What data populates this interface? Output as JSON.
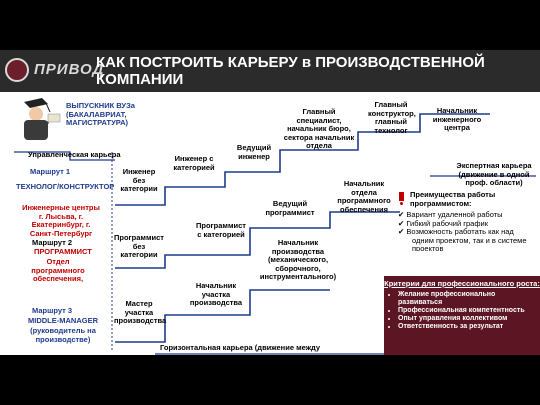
{
  "header": {
    "logo_text": "ПРИВОД",
    "title": "КАК ПОСТРОИТЬ КАРЬЕРУ в ПРОИЗВОДСТВЕННОЙ КОМПАНИИ"
  },
  "graduate": "ВЫПУСКНИК ВУЗа (БАКАЛАВРИАТ, МАГИСТРАТУРА)",
  "management_career": "Управленческая карьера",
  "route1": {
    "label": "Маршрут 1",
    "role": "ТЕХНОЛОГ/КОНСТРУКТОР"
  },
  "eng_centers": "Инженерные центры г. Лысьва, г. Екатеринбург, г. Санкт-Петербург",
  "route2": {
    "label": "Маршрут 2",
    "role": "ПРОГРАММИСТ",
    "dept": "Отдел программного обеспечения,"
  },
  "route3": {
    "label": "Маршрут 3",
    "role": "MIDDLE-MANAGER",
    "dept": "(руководитель на производстве)"
  },
  "steps_engineer": {
    "s1": "Инженер без категории",
    "s2": "Инженер с категорией",
    "s3": "Ведущий инженер",
    "s4": "Главный специалист, начальник бюро, сектора начальник отдела",
    "s5": "Главный конструктор, главный технолог",
    "s6": "Начальник инженерного центра"
  },
  "expert_career": "Экспертная карьера (движение в одной проф. области)",
  "steps_programmer": {
    "s1": "Программист без категории",
    "s2": "Программист с категорией",
    "s3": "Ведущий программист",
    "s4": "Начальник отдела программного обеспечения"
  },
  "advantages": {
    "title": "Преимущества работы программистом:",
    "items": [
      "Вариант удаленной работы",
      "Гибкий рабочий график",
      "Возможность работать как над"
    ],
    "tail": "одним проектом, так и в системе",
    "cut": "проектов"
  },
  "steps_manager": {
    "s1": "Мастер участка производства",
    "s2": "Начальник участка производства",
    "s3": "Начальник производства (механического, сборочного, инструментального)"
  },
  "horizontal_career": "Горизонтальная карьера (движение между",
  "criteria": {
    "title": "Критерии для профессионального роста:",
    "items": [
      "Желание профессионально развиваться",
      "Профессиональная компетентность",
      "Опыт управления коллективом",
      "Ответственность за результат"
    ]
  },
  "colors": {
    "header_bg": "#2b2b2b",
    "accent_dark_red": "#5b1523",
    "stair_blue": "#1f3b8c",
    "route_red": "#c00000"
  }
}
